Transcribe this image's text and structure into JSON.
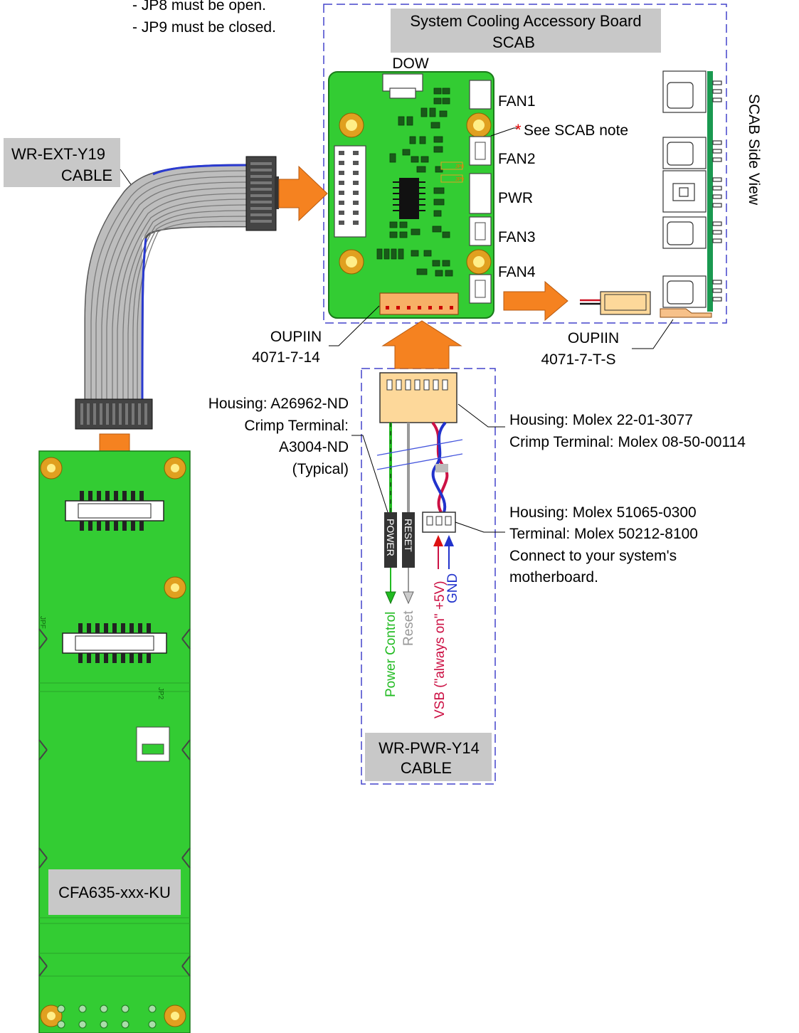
{
  "notes": {
    "line1": "- JP8 must be open.",
    "line2": "- JP9 must be closed."
  },
  "scab": {
    "title_line1": "System Cooling Accessory Board",
    "title_line2": "SCAB",
    "side_view": "SCAB Side View",
    "dow": "DOW",
    "fan1": "FAN1",
    "fan2": "FAN2",
    "pwr": "PWR",
    "fan3": "FAN3",
    "fan4": "FAN4",
    "note_star": "*",
    "note_text": "See SCAB note",
    "jp8": "JP8",
    "jp9": "JP9"
  },
  "ext_cable": {
    "line1": "WR-EXT-Y19",
    "line2": "CABLE"
  },
  "oupiin_left": {
    "line1": "OUPIIN",
    "line2": "4071-7-14"
  },
  "oupiin_right": {
    "line1": "OUPIIN",
    "line2": "4071-7-T-S"
  },
  "housing_left": {
    "line1": "Housing: A26962-ND",
    "line2": "Crimp Terminal:",
    "line3": "A3004-ND",
    "line4": "(Typical)"
  },
  "housing_molex7": {
    "line1": "Housing: Molex 22-01-3077",
    "line2": "Crimp Terminal: Molex 08-50-00114"
  },
  "housing_molex3": {
    "line1": "Housing: Molex 51065-0300",
    "line2": "Terminal: Molex 50212-8100",
    "line3": "Connect to your system's",
    "line4": "motherboard."
  },
  "pwr_cable": {
    "line1": "WR-PWR-Y14",
    "line2": "CABLE",
    "tag_power": "POWER",
    "tag_reset": "RESET",
    "sig_power": "Power Control",
    "sig_reset": "Reset",
    "sig_vsb": "VSB (\"always on\" +5V)",
    "sig_gnd": "GND"
  },
  "module": {
    "label": "CFA635-xxx-KU",
    "jpf": "JPF",
    "jp2": "JP2"
  },
  "colors": {
    "pcb_green": "#33cc33",
    "orange_arrow": "#f58220",
    "power_green": "#22bb22",
    "reset_gray": "#999999",
    "vsb_red": "#cc1144",
    "gnd_blue": "#2233cc",
    "dash_blue": "#4444cc",
    "label_box": "#c8c8c8"
  }
}
